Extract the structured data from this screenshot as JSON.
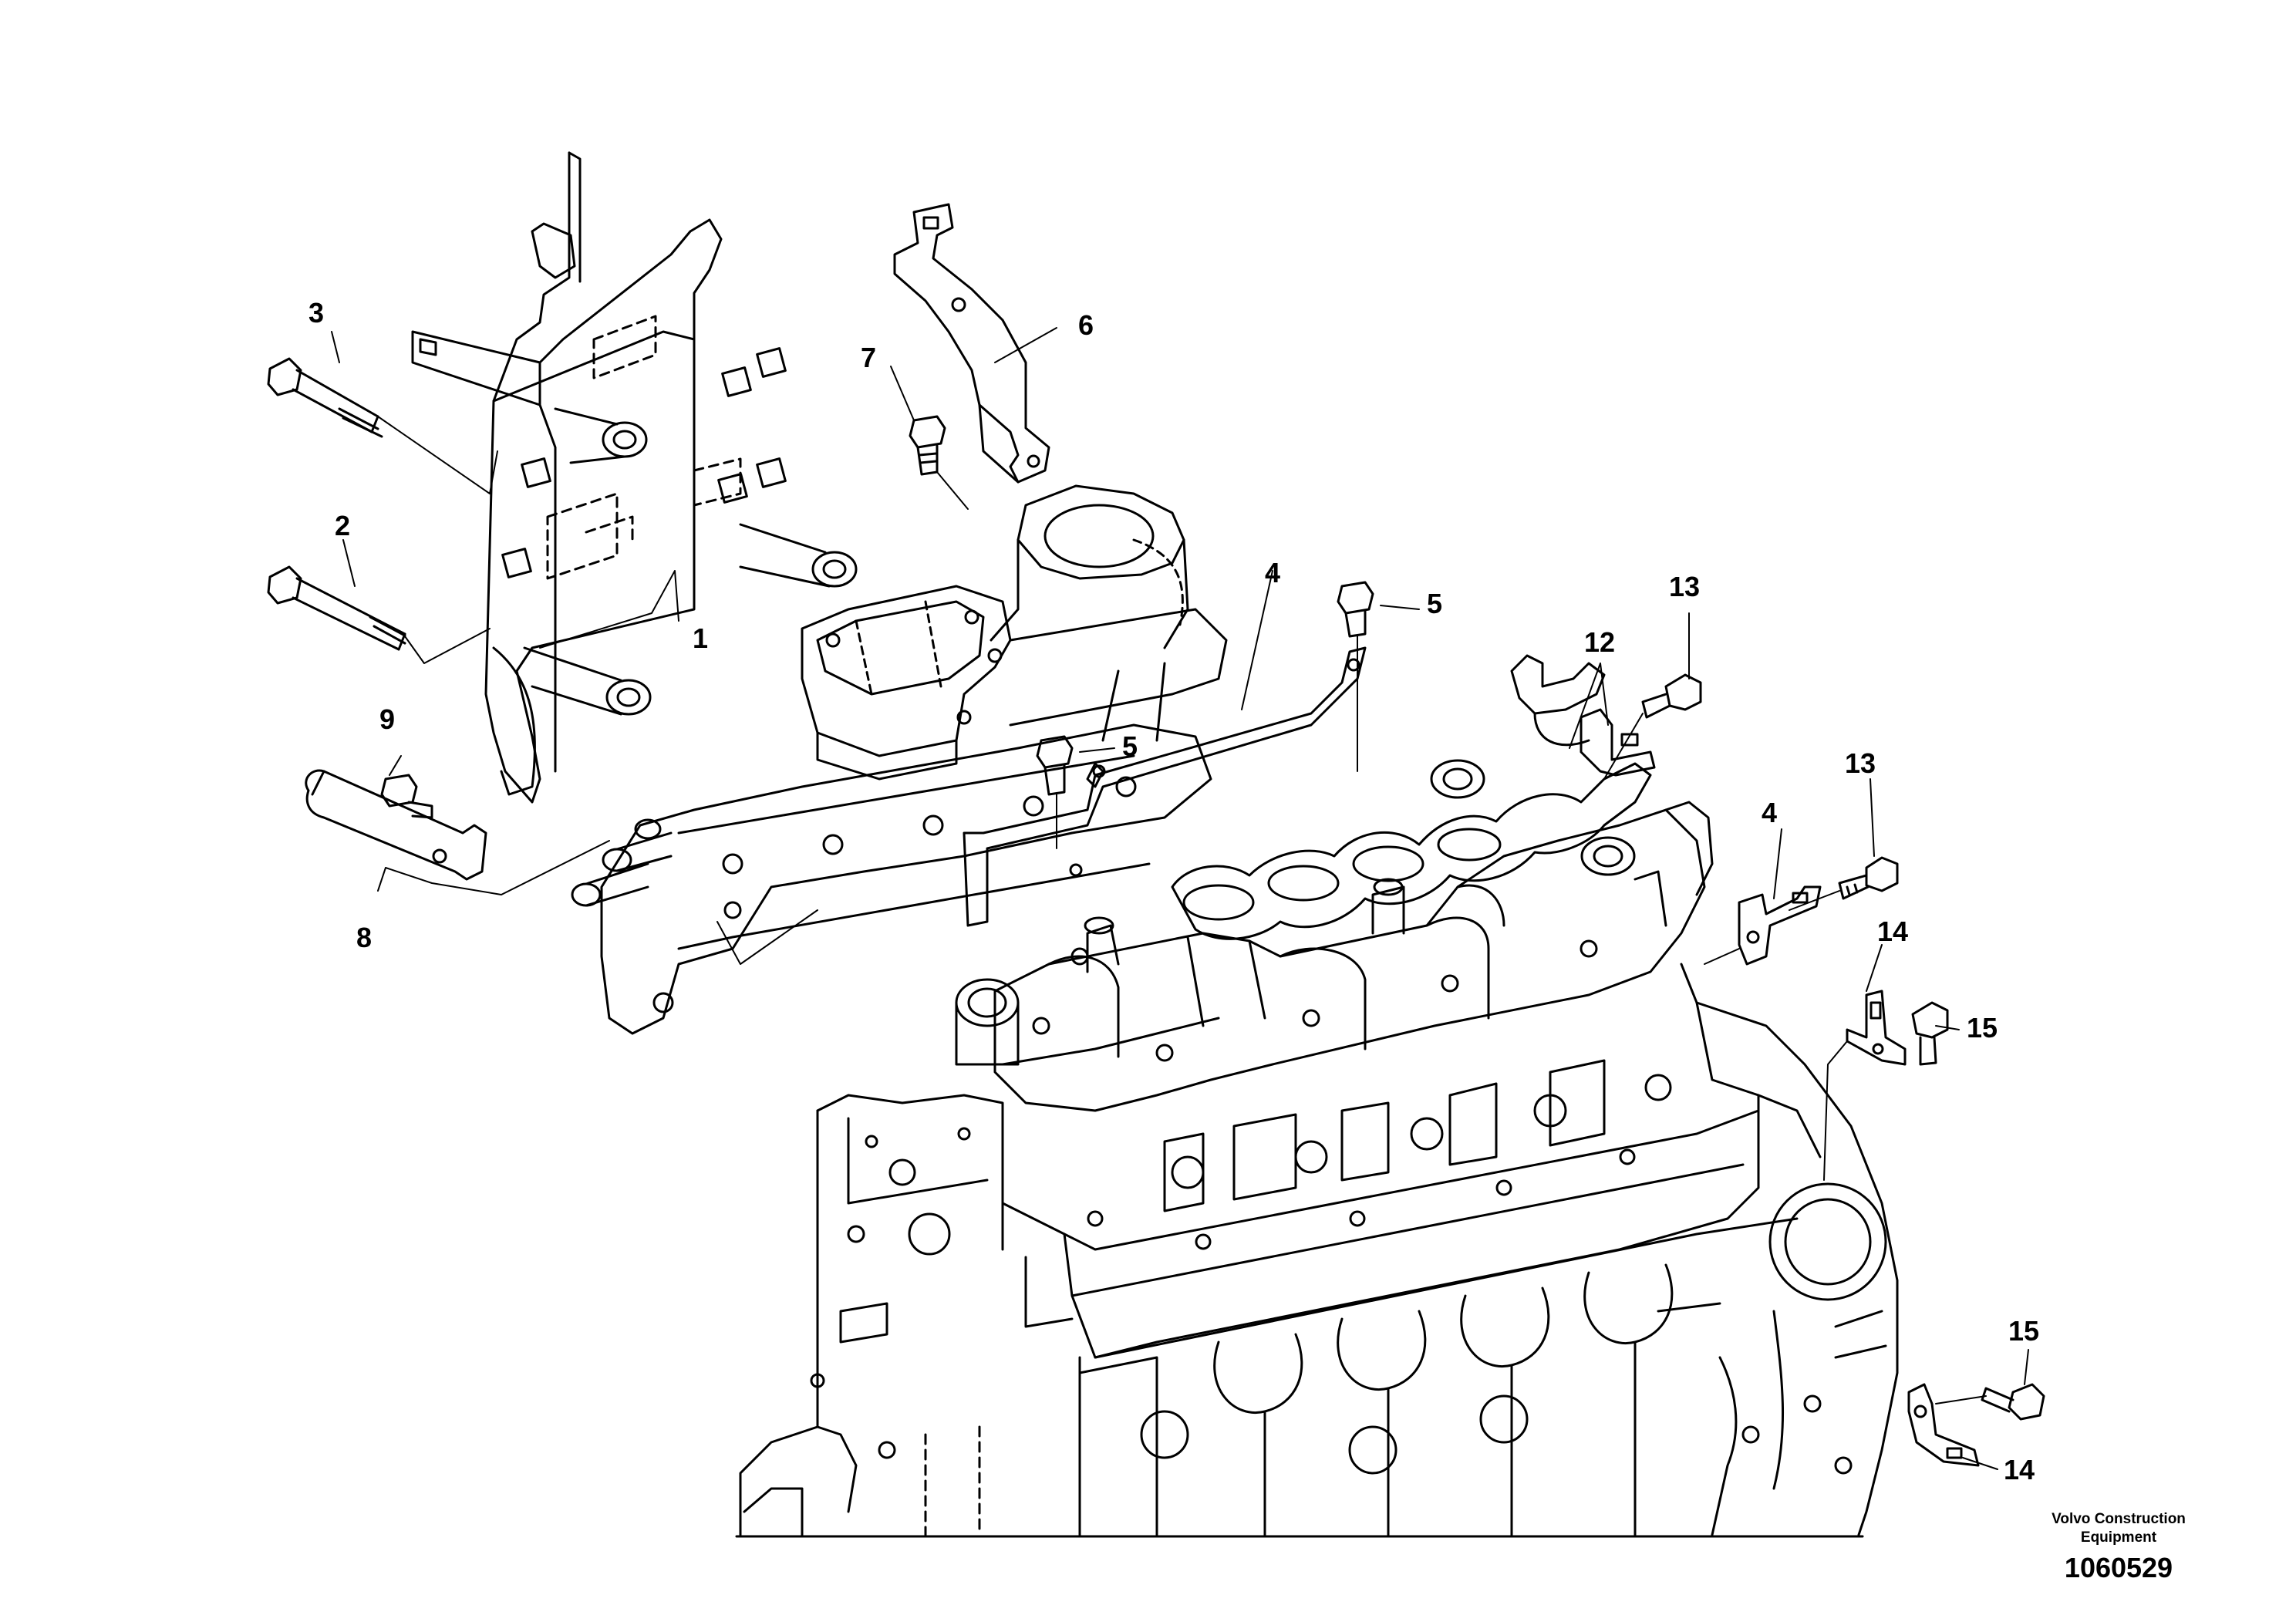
{
  "callouts": [
    {
      "id": "c3",
      "label": "3"
    },
    {
      "id": "c2",
      "label": "2"
    },
    {
      "id": "c1",
      "label": "1"
    },
    {
      "id": "c9",
      "label": "9"
    },
    {
      "id": "c8",
      "label": "8"
    },
    {
      "id": "c7",
      "label": "7"
    },
    {
      "id": "c6",
      "label": "6"
    },
    {
      "id": "c4a",
      "label": "4"
    },
    {
      "id": "c5a",
      "label": "5"
    },
    {
      "id": "c5b",
      "label": "5"
    },
    {
      "id": "c12",
      "label": "12"
    },
    {
      "id": "c13a",
      "label": "13"
    },
    {
      "id": "c13b",
      "label": "13"
    },
    {
      "id": "c4b",
      "label": "4"
    },
    {
      "id": "c14a",
      "label": "14"
    },
    {
      "id": "c15a",
      "label": "15"
    },
    {
      "id": "c15b",
      "label": "15"
    },
    {
      "id": "c14b",
      "label": "14"
    }
  ],
  "footer": {
    "company_line1": "Volvo Construction",
    "company_line2": "Equipment",
    "document_number": "1060529"
  }
}
